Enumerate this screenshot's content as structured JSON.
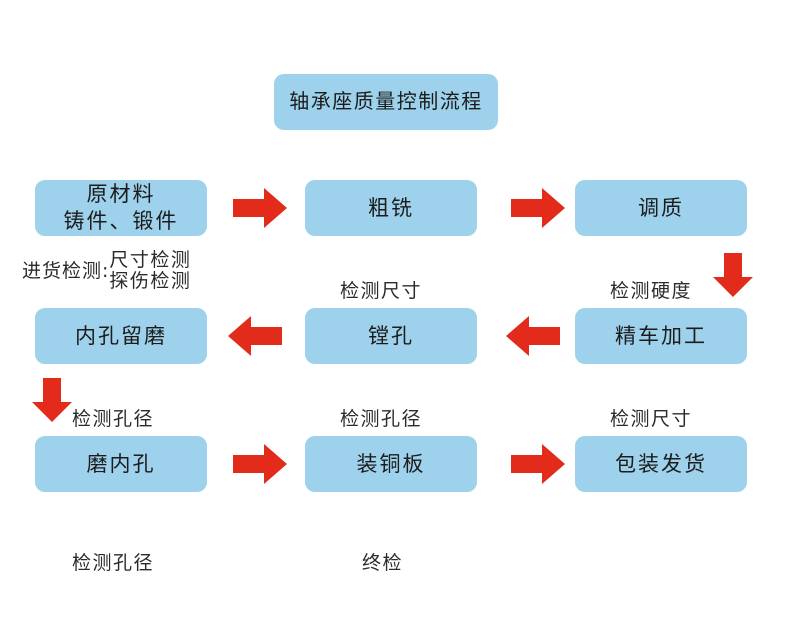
{
  "diagram": {
    "title": "轴承座质量控制流程",
    "background_color": "#ffffff",
    "node_color": "#9ED2EC",
    "arrow_color": "#E32B1C",
    "text_color": "#2b2b2b",
    "nodes": [
      {
        "id": "title",
        "label": "轴承座质量控制流程"
      },
      {
        "id": "raw-material",
        "label": "原材料\n铸件、锻件"
      },
      {
        "id": "rough-milling",
        "label": "粗铣"
      },
      {
        "id": "quenching-tempering",
        "label": "调质"
      },
      {
        "id": "inner-hole-reserve-grinding",
        "label": "内孔留磨"
      },
      {
        "id": "boring",
        "label": "镗孔"
      },
      {
        "id": "finish-turning",
        "label": "精车加工"
      },
      {
        "id": "grind-inner-hole",
        "label": "磨内孔"
      },
      {
        "id": "install-copper-plate",
        "label": "装铜板"
      },
      {
        "id": "packing-shipping",
        "label": "包装发货"
      }
    ],
    "captions": {
      "incoming_inspection_lead": "进货检测:",
      "incoming_inspection_items": "尺寸检测\n探伤检测",
      "check_dimension_row1": "检测尺寸",
      "check_hardness": "检测硬度",
      "check_bore_row2_left": "检测孔径",
      "check_bore_row2_mid": "检测孔径",
      "check_dimension_row2_right": "检测尺寸",
      "check_bore_row3": "检测孔径",
      "final_inspection": "终检"
    },
    "arrows": [
      {
        "id": "raw-to-rough",
        "direction": "right"
      },
      {
        "id": "rough-to-quench",
        "direction": "right"
      },
      {
        "id": "quench-to-finish-turning",
        "direction": "down"
      },
      {
        "id": "finish-turning-to-boring",
        "direction": "left"
      },
      {
        "id": "boring-to-reserve-grinding",
        "direction": "left"
      },
      {
        "id": "reserve-grinding-to-grind",
        "direction": "down"
      },
      {
        "id": "grind-to-copper-plate",
        "direction": "right"
      },
      {
        "id": "copper-plate-to-packing",
        "direction": "right"
      }
    ]
  }
}
